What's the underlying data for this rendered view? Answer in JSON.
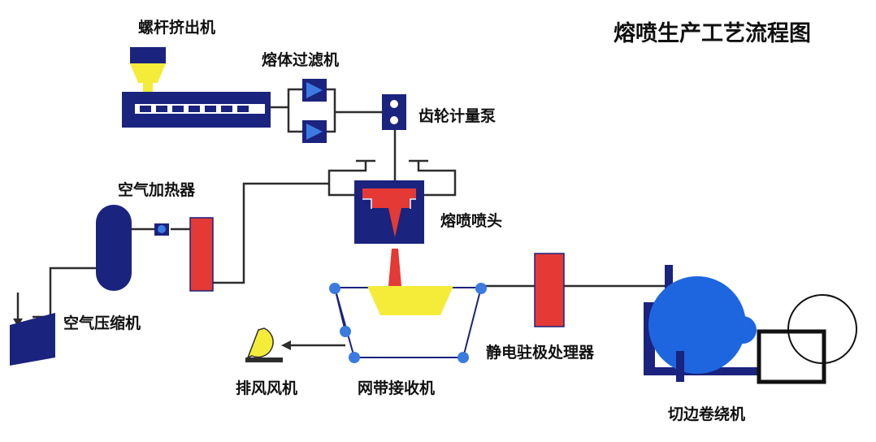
{
  "title": "熔喷生产工艺流程图",
  "labels": {
    "extruder": "螺杆挤出机",
    "melt_filter": "熔体过滤机",
    "gear_pump": "齿轮计量泵",
    "air_heater": "空气加热器",
    "die_head": "熔喷喷头",
    "air_compressor": "空气压缩机",
    "exhaust_fan": "排风风机",
    "belt_receiver": "网带接收机",
    "electret": "静电驻极处理器",
    "winder": "切边卷绕机"
  },
  "colors": {
    "navy": "#1a237e",
    "red": "#e53935",
    "yellow": "#fff176",
    "blue": "#1e66e0",
    "roller": "#3b7be0"
  }
}
